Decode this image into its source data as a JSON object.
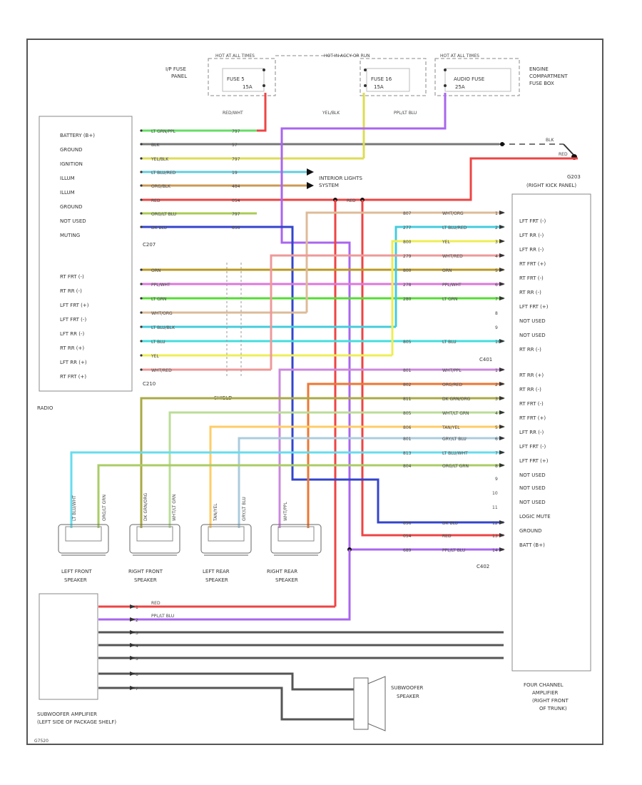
{
  "fuse_panels": {
    "hot1": "HOT AT ALL TIMES",
    "hot2": "HOT IN ACCY OR RUN",
    "hot3": "HOT AT ALL TIMES",
    "fuse1": "FUSE 5",
    "fuse1_amp": "15A",
    "fuse2": "FUSE 16",
    "fuse2_amp": "15A",
    "fuse3": "AUDIO FUSE",
    "fuse3_amp": "25A",
    "ip_fuse": [
      "I/P FUSE",
      "PANEL"
    ],
    "engine_fuse": [
      "ENGINE",
      "COMPARTMENT",
      "FUSE BOX"
    ],
    "wire_labels": [
      "RED/WHT",
      "YEL/BLK",
      "PPL/LT BLU"
    ]
  },
  "radio": {
    "label": "RADIO",
    "pins_top": [
      "BATTERY (B+)",
      "GROUND",
      "IGNITION",
      "ILLUM",
      "ILLUM",
      "GROUND",
      "NOT USED",
      "MUTING"
    ],
    "pins_bottom": [
      "RT FRT (-)",
      "RT RR (-)",
      "LFT FRT (+)",
      "LFT FRT (-)",
      "LFT RR (-)",
      "RT RR (+)",
      "LFT RR (+)",
      "RT FRT (+)"
    ],
    "c1": "C207",
    "c2": "C210"
  },
  "top_wires": [
    {
      "color": "LT GRN/PPL",
      "circuit": "797"
    },
    {
      "color": "BLK",
      "circuit": "57"
    },
    {
      "color": "YEL/BLK",
      "circuit": "797"
    },
    {
      "color": "LT BLU/RED",
      "circuit": "19"
    },
    {
      "color": "ORG/BLK",
      "circuit": "484"
    },
    {
      "color": "RED",
      "circuit": "054"
    },
    {
      "color": "ORG/LT BLU",
      "circuit": "797"
    },
    {
      "color": "DK BLU",
      "circuit": "856"
    }
  ],
  "bottom_wires": [
    "ORN",
    "PPL/WHT",
    "LT GRN",
    "WHT/ORG",
    "LT BLU/BLK",
    "LT BLU",
    "YEL",
    "WHT/RED"
  ],
  "shield_label": "SHIELD",
  "interior_lights": [
    "INTERIOR LIGHTS",
    "SYSTEM"
  ],
  "ground": {
    "g": "G203",
    "location": "(RIGHT KICK PANEL)",
    "wire": "BLK",
    "wire2": "RED",
    "node_label": "RED"
  },
  "amp": {
    "c1": "C401",
    "c2": "C402",
    "pins_top": [
      "LFT FRT (-)",
      "LFT RR (-)",
      "LFT RR (-)",
      "RT FRT (+)",
      "RT FRT (-)",
      "RT RR (-)",
      "LFT FRT (+)",
      "NOT USED",
      "NOT USED",
      "RT RR (-)"
    ],
    "pins_bottom": [
      "RT RR (+)",
      "RT RR (-)",
      "RT FRT (-)",
      "RT FRT (+)",
      "LFT RR (-)",
      "LFT FRT (-)",
      "LFT FRT (+)",
      "NOT USED",
      "NOT USED",
      "NOT USED",
      "LOGIC MUTE",
      "GROUND",
      "BATT (B+)"
    ],
    "label": [
      "FOUR CHANNEL",
      "AMPLIFIER",
      "(RIGHT FRONT",
      "OF TRUNK)"
    ]
  },
  "amp_wires_top": [
    {
      "circuit": "807",
      "color": "WHT/ORG",
      "pin": "1"
    },
    {
      "circuit": "277",
      "color": "LT BLU/RED",
      "pin": "2"
    },
    {
      "circuit": "800",
      "color": "YEL",
      "pin": "3"
    },
    {
      "circuit": "279",
      "color": "WHT/RED",
      "pin": "4"
    },
    {
      "circuit": "800",
      "color": "ORN",
      "pin": "5"
    },
    {
      "circuit": "278",
      "color": "PPL/WHT",
      "pin": "6"
    },
    {
      "circuit": "280",
      "color": "LT GRN",
      "pin": "7"
    },
    {
      "circuit": "",
      "color": "",
      "pin": "8"
    },
    {
      "circuit": "",
      "color": "",
      "pin": "9"
    },
    {
      "circuit": "805",
      "color": "LT BLU",
      "pin": "10"
    }
  ],
  "amp_wires_bottom": [
    {
      "circuit": "801",
      "color": "WHT/PPL",
      "pin": "1"
    },
    {
      "circuit": "802",
      "color": "ORG/RED",
      "pin": "2"
    },
    {
      "circuit": "811",
      "color": "DK GRN/ORG",
      "pin": "3"
    },
    {
      "circuit": "805",
      "color": "WHT/LT GRN",
      "pin": "4"
    },
    {
      "circuit": "806",
      "color": "TAN/YEL",
      "pin": "5"
    },
    {
      "circuit": "801",
      "color": "GRY/LT BLU",
      "pin": "6"
    },
    {
      "circuit": "813",
      "color": "LT BLU/WHT",
      "pin": "7"
    },
    {
      "circuit": "804",
      "color": "ORG/LT GRN",
      "pin": "8"
    },
    {
      "circuit": "",
      "color": "",
      "pin": "9"
    },
    {
      "circuit": "",
      "color": "",
      "pin": "10"
    },
    {
      "circuit": "",
      "color": "",
      "pin": "11"
    },
    {
      "circuit": "856",
      "color": "DK BLU",
      "pin": "12"
    },
    {
      "circuit": "054",
      "color": "RED",
      "pin": "13"
    },
    {
      "circuit": "689",
      "color": "PPL/LT BLU",
      "pin": "14"
    }
  ],
  "speakers": [
    {
      "name": [
        "LEFT FRONT",
        "SPEAKER"
      ],
      "w1": "LT BLU/WHT",
      "w2": "ORG/LT GRN"
    },
    {
      "name": [
        "RIGHT FRONT",
        "SPEAKER"
      ],
      "w1": "DK GRN/ORG",
      "w2": "WHT/LT GRN"
    },
    {
      "name": [
        "LEFT REAR",
        "SPEAKER"
      ],
      "w1": "TAN/YEL",
      "w2": "GRY/LT BLU"
    },
    {
      "name": [
        "RIGHT REAR",
        "SPEAKER"
      ],
      "w1": "WHT/PPL",
      "w2": "ORG/RED"
    }
  ],
  "sub_amp": {
    "label": [
      "SUBWOOFER AMPLIFIER",
      "(LEFT SIDE OF PACKAGE SHELF)"
    ],
    "wires": [
      "RED",
      "PPL/LT BLU",
      "",
      "",
      "",
      "",
      ""
    ],
    "pin_nums": [
      "1",
      "2",
      "3",
      "4",
      "5",
      "6",
      "7"
    ]
  },
  "subwoofer": {
    "label": [
      "SUBWOOFER",
      "SPEAKER"
    ]
  },
  "corner_code": "G7520"
}
